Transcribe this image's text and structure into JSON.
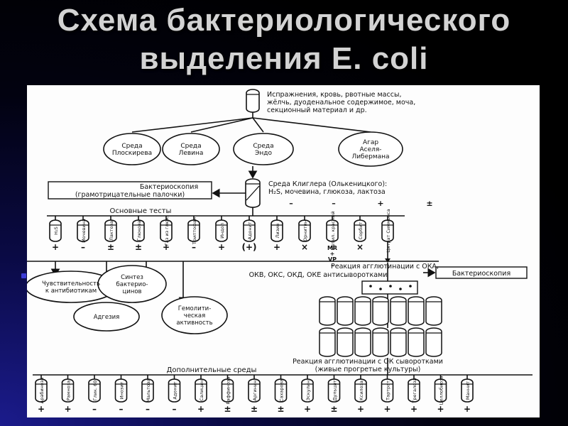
{
  "title": {
    "line1": "Схема бактериологического",
    "line2": "выделения E. coli"
  },
  "diagram": {
    "source_material": [
      "Испражнения, кровь, рвотные массы,",
      "жёлчь, дуоденальное содержимое, моча,",
      "секционный материал и др."
    ],
    "media": [
      [
        "Среда",
        "Плоскирева"
      ],
      [
        "Среда",
        "Левина"
      ],
      [
        "Среда",
        "Эндо"
      ],
      [
        "Агар",
        "Аселя-",
        "Либермана"
      ]
    ],
    "microscopy": [
      "Бактериоскопия",
      "(грамотрицательные палочки)"
    ],
    "kligler": [
      "Среда Клиглера (Олькеницкого):",
      "H₂S, мочевина, глюкоза, лактоза"
    ],
    "kligler_results": [
      "–",
      "–",
      "+",
      "±"
    ],
    "basic_tests_label": "Основные тесты",
    "basic_tests": [
      {
        "label": "H₂S",
        "result": "+"
      },
      {
        "label": "Мочевина",
        "result": "–"
      },
      {
        "label": "Лактоза",
        "result": "±"
      },
      {
        "label": "Глюкоза",
        "result": "±"
      },
      {
        "label": "Газ из глюк.",
        "result": "+"
      },
      {
        "label": "Триптофан",
        "result": "–"
      },
      {
        "label": "Индол",
        "result": "+"
      },
      {
        "label": "Адонит",
        "result": "(+)"
      },
      {
        "label": "Лизин",
        "result": "+"
      },
      {
        "label": "Орнитин",
        "result": "×"
      },
      {
        "label": "Метил. красный",
        "result": "МR\n+\nVP\n–"
      },
      {
        "label": "Сорбит",
        "result": "×"
      },
      {
        "label": "Цитрат Симмонса",
        "result": ""
      }
    ],
    "properties": [
      [
        "Чувствительность",
        "к антибиотикам"
      ],
      [
        "Синтез",
        "бактерио-",
        "цинов"
      ],
      [
        "Адгезия"
      ],
      [
        "Гемолити-",
        "ческая",
        "активность"
      ]
    ],
    "agglutination_oka": [
      "Реакция агглютинации с ОКА,",
      "ОКВ, ОКС, ОКД, ОКЕ антисыворотками"
    ],
    "microscopy_2": "Бактериоскопия",
    "agglutination_ok": [
      "Реакция агглютинации с ОК сыворотками",
      "(живые прогретые культуры)"
    ],
    "extra_media_label": "Дополнительные среды",
    "extra_media": [
      {
        "label": "Арабиноза",
        "result": "+"
      },
      {
        "label": "Рамноза",
        "result": "+"
      },
      {
        "label": "Глик. 60",
        "result": "–"
      },
      {
        "label": "Инозит",
        "result": "–"
      },
      {
        "label": "Мальтоза",
        "result": "–"
      },
      {
        "label": "Адонит",
        "result": "–"
      },
      {
        "label": "Салицин",
        "result": "+"
      },
      {
        "label": "Раффиноза",
        "result": "±"
      },
      {
        "label": "Аргинин",
        "result": "±"
      },
      {
        "label": "Сахароза",
        "result": "±"
      },
      {
        "label": "Эскулин",
        "result": "+"
      },
      {
        "label": "Дульцит",
        "result": "±"
      },
      {
        "label": "Ксилоза",
        "result": "+"
      },
      {
        "label": "Тартрат",
        "result": "+"
      },
      {
        "label": "Трегалоза",
        "result": "+"
      },
      {
        "label": "Целлобиоза",
        "result": "+"
      },
      {
        "label": "Маннит",
        "result": "+"
      }
    ]
  }
}
